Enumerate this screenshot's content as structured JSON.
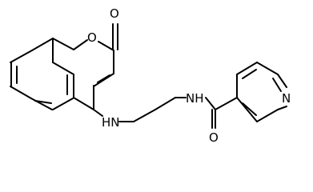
{
  "molecule": {
    "atoms": {
      "carbonyl_oxygen": "O",
      "ring_oxygen": "O",
      "amine_nh": "HN",
      "amide_nh": "NH",
      "amide_oxygen": "O",
      "pyridine_nitrogen": "N"
    }
  },
  "colors": {
    "bond": "#000000",
    "label": "#000000",
    "background": "#ffffff"
  }
}
